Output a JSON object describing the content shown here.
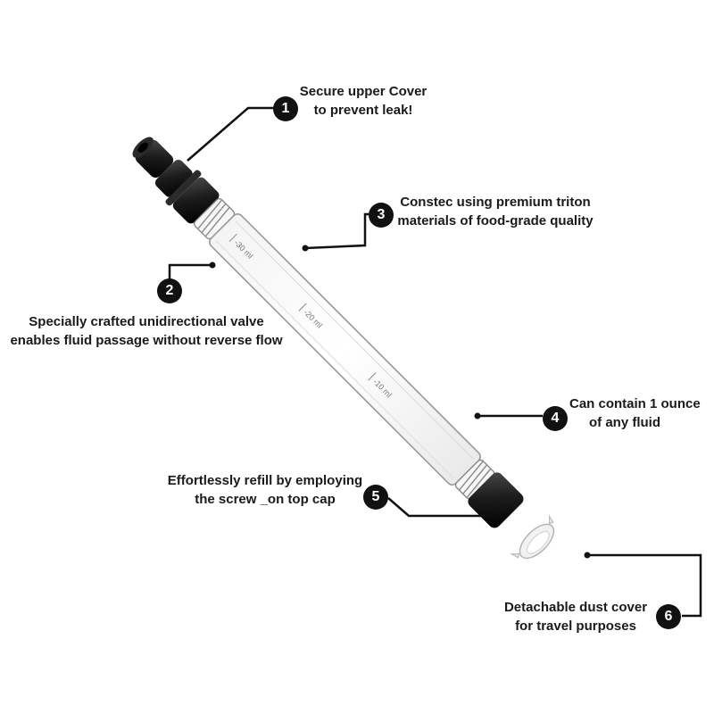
{
  "callouts": [
    {
      "number": "1",
      "lines": [
        "Secure upper Cover",
        "to prevent leak!"
      ]
    },
    {
      "number": "2",
      "lines": [
        "Specially crafted unidirectional valve",
        "enables fluid passage without reverse flow"
      ]
    },
    {
      "number": "3",
      "lines": [
        "Constec using premium triton",
        "materials of food-grade quality"
      ]
    },
    {
      "number": "4",
      "lines": [
        "Can contain 1 ounce",
        "of any fluid"
      ]
    },
    {
      "number": "5",
      "lines": [
        "Effortlessly refill by employing",
        "the screw _on top cap"
      ]
    },
    {
      "number": "6",
      "lines": [
        "Detachable dust cover",
        "for travel purposes"
      ]
    }
  ],
  "tube_markings": [
    "-30 ml",
    "-20 ml",
    "-10 ml"
  ],
  "colors": {
    "cap": "#1c1c1c",
    "badge": "#111111",
    "leader": "#111111",
    "tube_outline": "#9a9a9a",
    "text": "#1a1a1a"
  }
}
